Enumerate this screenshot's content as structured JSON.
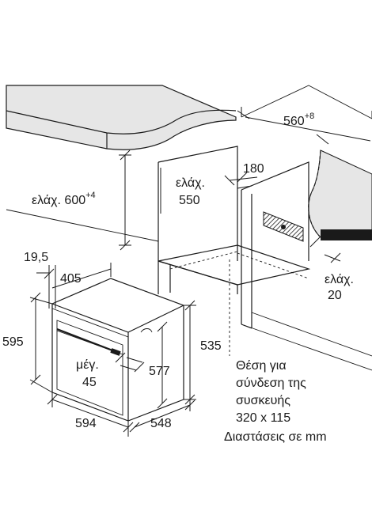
{
  "labels": {
    "depth_560": "560",
    "depth_560_tol": "+8",
    "gap_180": "180",
    "min_550_word": "ελάχ.",
    "min_550_value": "550",
    "min_600": "ελάχ. 600",
    "min_600_tol": "+4",
    "min_20_word": "ελάχ.",
    "min_20_value": "20",
    "dim_19_5": "19,5",
    "dim_405": "405",
    "dim_595": "595",
    "dim_535": "535",
    "dim_577": "577",
    "max_45_word": "μέγ.",
    "max_45_value": "45",
    "dim_594": "594",
    "dim_548": "548"
  },
  "notes": {
    "line1": "Θέση για",
    "line2": "σύνδεση της",
    "line3": "συσκευής",
    "line4": "320 x 115",
    "units": "Διαστάσεις σε mm"
  },
  "colors": {
    "line": "#1a1a1a",
    "countertop": "#e6e6e6",
    "wall_dark": "#1a1a1a",
    "background": "#ffffff"
  }
}
